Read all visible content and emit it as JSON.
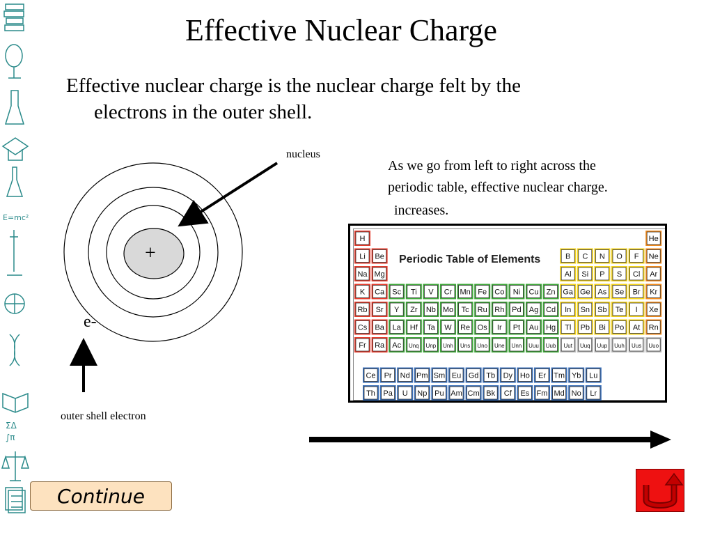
{
  "title": "Effective Nuclear Charge",
  "intro": {
    "line1": "Effective nuclear charge is the nuclear charge felt by the",
    "line2": "electrons in the outer shell."
  },
  "diagram": {
    "nucleus_label": "nucleus",
    "nucleus_symbol": "+",
    "electron_label": "e-",
    "outer_shell_label": "outer shell electron"
  },
  "side_text": {
    "line1": "As we go from left to right across the",
    "line2": "periodic table, effective nuclear charge.",
    "line3": "increases."
  },
  "periodic_table": {
    "title": "Periodic Table of Elements",
    "main_rows": [
      [
        "H",
        "",
        "",
        "",
        "",
        "",
        "",
        "",
        "",
        "",
        "",
        "",
        "",
        "",
        "",
        "",
        "",
        "He"
      ],
      [
        "Li",
        "Be",
        "",
        "",
        "",
        "",
        "",
        "",
        "",
        "",
        "",
        "",
        "B",
        "C",
        "N",
        "O",
        "F",
        "Ne"
      ],
      [
        "Na",
        "Mg",
        "",
        "",
        "",
        "",
        "",
        "",
        "",
        "",
        "",
        "",
        "Al",
        "Si",
        "P",
        "S",
        "Cl",
        "Ar"
      ],
      [
        "K",
        "Ca",
        "Sc",
        "Ti",
        "V",
        "Cr",
        "Mn",
        "Fe",
        "Co",
        "Ni",
        "Cu",
        "Zn",
        "Ga",
        "Ge",
        "As",
        "Se",
        "Br",
        "Kr"
      ],
      [
        "Rb",
        "Sr",
        "Y",
        "Zr",
        "Nb",
        "Mo",
        "Tc",
        "Ru",
        "Rh",
        "Pd",
        "Ag",
        "Cd",
        "In",
        "Sn",
        "Sb",
        "Te",
        "I",
        "Xe"
      ],
      [
        "Cs",
        "Ba",
        "La",
        "Hf",
        "Ta",
        "W",
        "Re",
        "Os",
        "Ir",
        "Pt",
        "Au",
        "Hg",
        "Tl",
        "Pb",
        "Bi",
        "Po",
        "At",
        "Rn"
      ],
      [
        "Fr",
        "Ra",
        "Ac",
        "Unq",
        "Unp",
        "Unh",
        "Uns",
        "Uno",
        "Une",
        "Unn",
        "Uuu",
        "Uub",
        "Uut",
        "Uuq",
        "Uup",
        "Uuh",
        "Uus",
        "Uuo"
      ]
    ],
    "lanthanides": [
      "Ce",
      "Pr",
      "Nd",
      "Pm",
      "Sm",
      "Eu",
      "Gd",
      "Tb",
      "Dy",
      "Ho",
      "Er",
      "Tm",
      "Yb",
      "Lu"
    ],
    "actinides": [
      "Th",
      "Pa",
      "U",
      "Np",
      "Pu",
      "Am",
      "Cm",
      "Bk",
      "Cf",
      "Es",
      "Fm",
      "Md",
      "No",
      "Lr"
    ]
  },
  "nav": {
    "continue_label": "Continue",
    "back_icon": "u-turn-back-arrow-icon"
  },
  "colors": {
    "nucleus_fill": "#d9d9d9",
    "continue_bg": "#fde2bf",
    "back_bg": "#ee1111",
    "s_block": "#e53b2c",
    "d_block": "#3fa83a",
    "p_block": "#f2d21b",
    "noble": "#f08a1c",
    "f_block": "#3a6fb8",
    "other": "#bdbdbd"
  }
}
